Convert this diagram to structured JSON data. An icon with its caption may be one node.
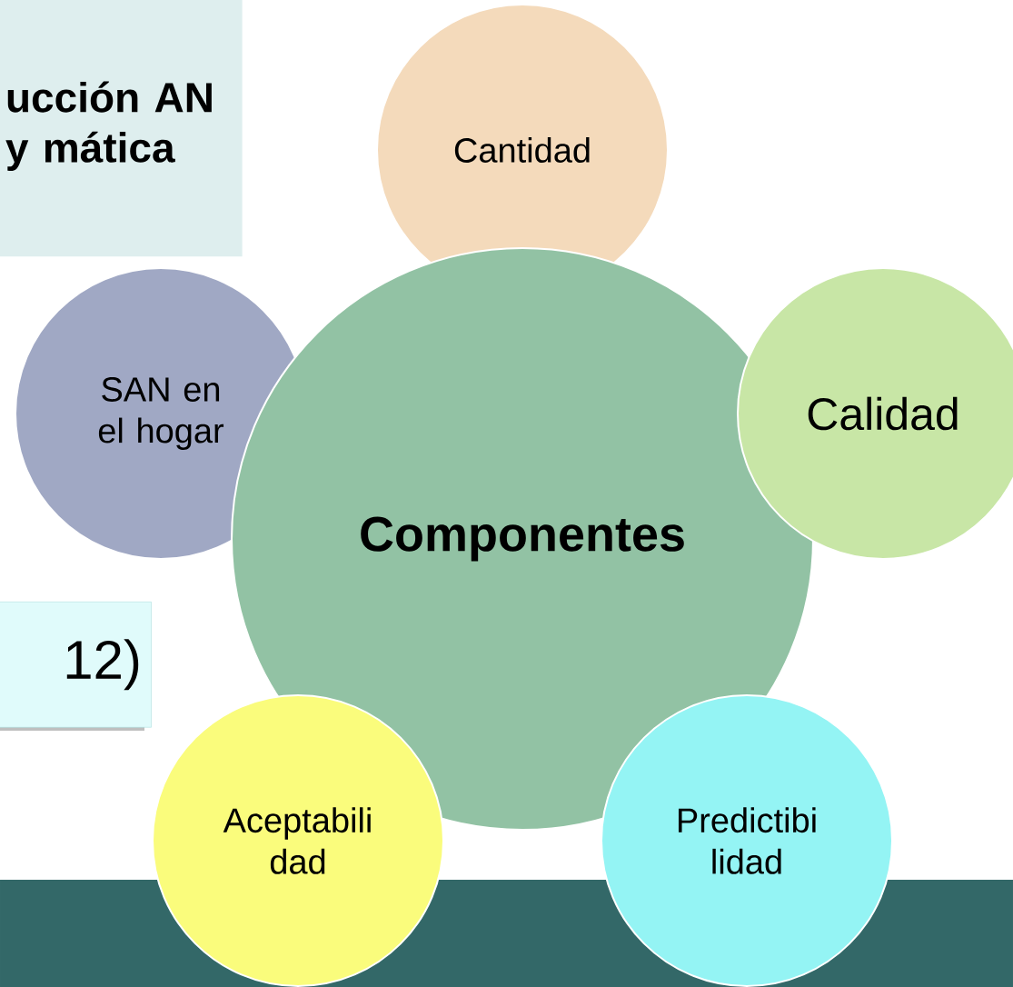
{
  "diagram": {
    "nodes": [
      {
        "text": [
          "ucción AN y mática"
        ]
      },
      {
        "text": [
          "12)"
        ]
      },
      {
        "text": [
          "Cantidad"
        ]
      },
      {
        "text": [
          "SAN en el hogar"
        ]
      },
      {
        "text": [
          "Componentes"
        ]
      },
      {
        "text": [
          "Calidad"
        ]
      },
      {
        "text": [
          "Aceptabili dad"
        ]
      },
      {
        "text": [
          "Predictibi lidad"
        ]
      }
    ]
  }
}
